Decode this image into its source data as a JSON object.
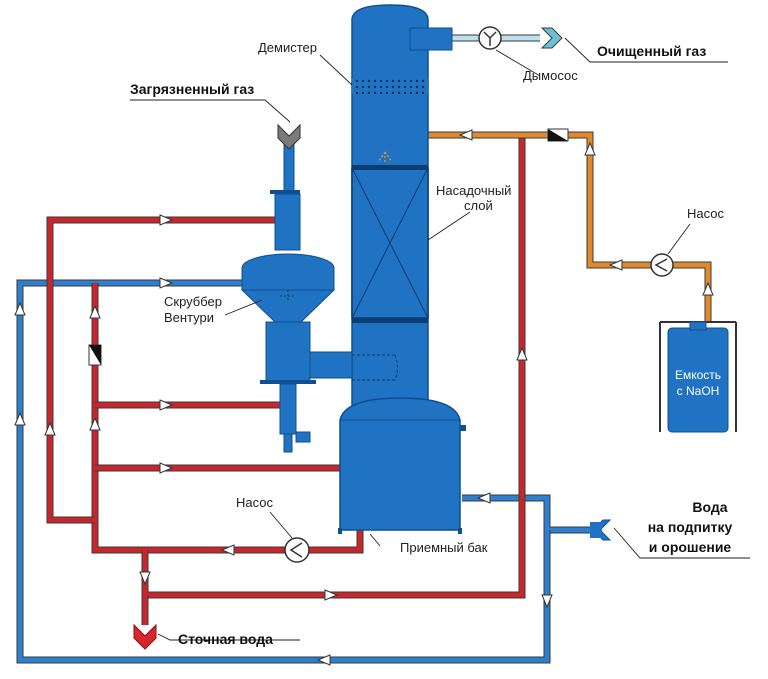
{
  "labels": {
    "demister": "Демистер",
    "exhauster": "Дымосос",
    "clean_gas": "Очищенный газ",
    "dirty_gas": "Загрязненный газ",
    "packed_layer_1": "Насадочный",
    "packed_layer_2": "слой",
    "pump_top": "Насос",
    "venturi_1": "Скруббер",
    "venturi_2": "Вентури",
    "tank_1": "Емкость",
    "tank_2": "с NaOH",
    "water_1": "Вода",
    "water_2": "на подпитку",
    "water_3": "и орошение",
    "pump_bottom": "Насос",
    "receiving_tank": "Приемный бак",
    "waste_water": "Сточная вода"
  },
  "colors": {
    "equipment_blue": "#1f73c2",
    "equipment_dark": "#0f4f8f",
    "hot_pipe_red": "#c8262d",
    "cold_pipe_blue": "#2f7fd0",
    "alkali_pipe_orange": "#e08a2e",
    "pipe_outline": "#3a3a3a"
  },
  "icons": {
    "flow_arrow": "white-outlined-arrow-icon",
    "inlet_chevron": "chevron-down-icon",
    "pump": "pump-circle-icon",
    "fan": "fan-icon",
    "check_valve": "check-valve-icon"
  }
}
